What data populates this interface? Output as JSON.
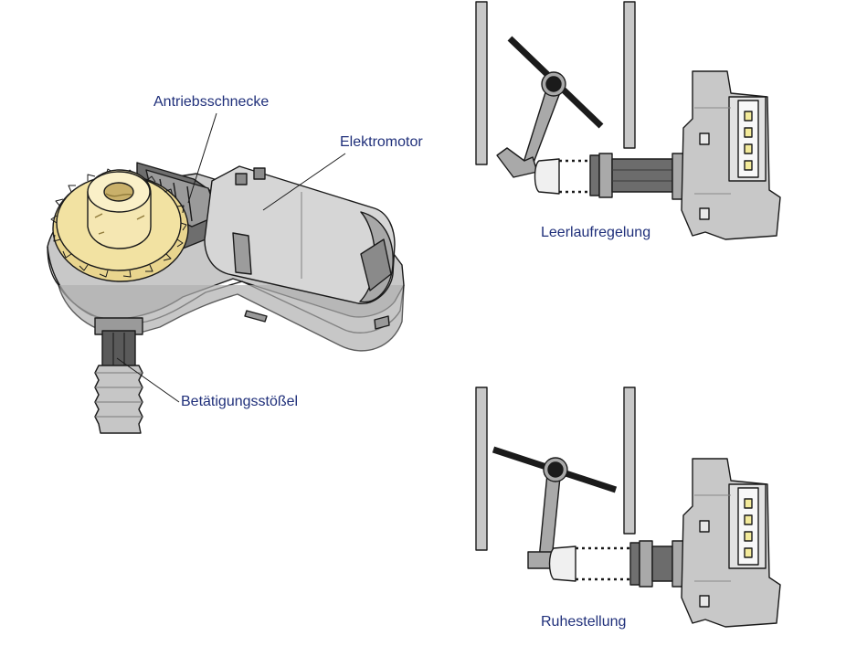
{
  "labels": {
    "drive_worm": "Antriebsschnecke",
    "electric_motor": "Elektromotor",
    "actuating_plunger": "Betätigungsstößel",
    "idle_control": "Leerlaufregelung",
    "rest_position": "Ruhestellung"
  },
  "colors": {
    "label_text": "#1f2f7a",
    "outline": "#1a1a1a",
    "housing_light": "#d4d4d4",
    "housing_mid": "#b4b4b4",
    "housing_dark": "#8c8c8c",
    "gear_yellow": "#f2e2a2",
    "gear_shadow": "#dcc77c",
    "connector_pin": "#f3ea9a",
    "lever_bar": "#1b1b1b"
  }
}
